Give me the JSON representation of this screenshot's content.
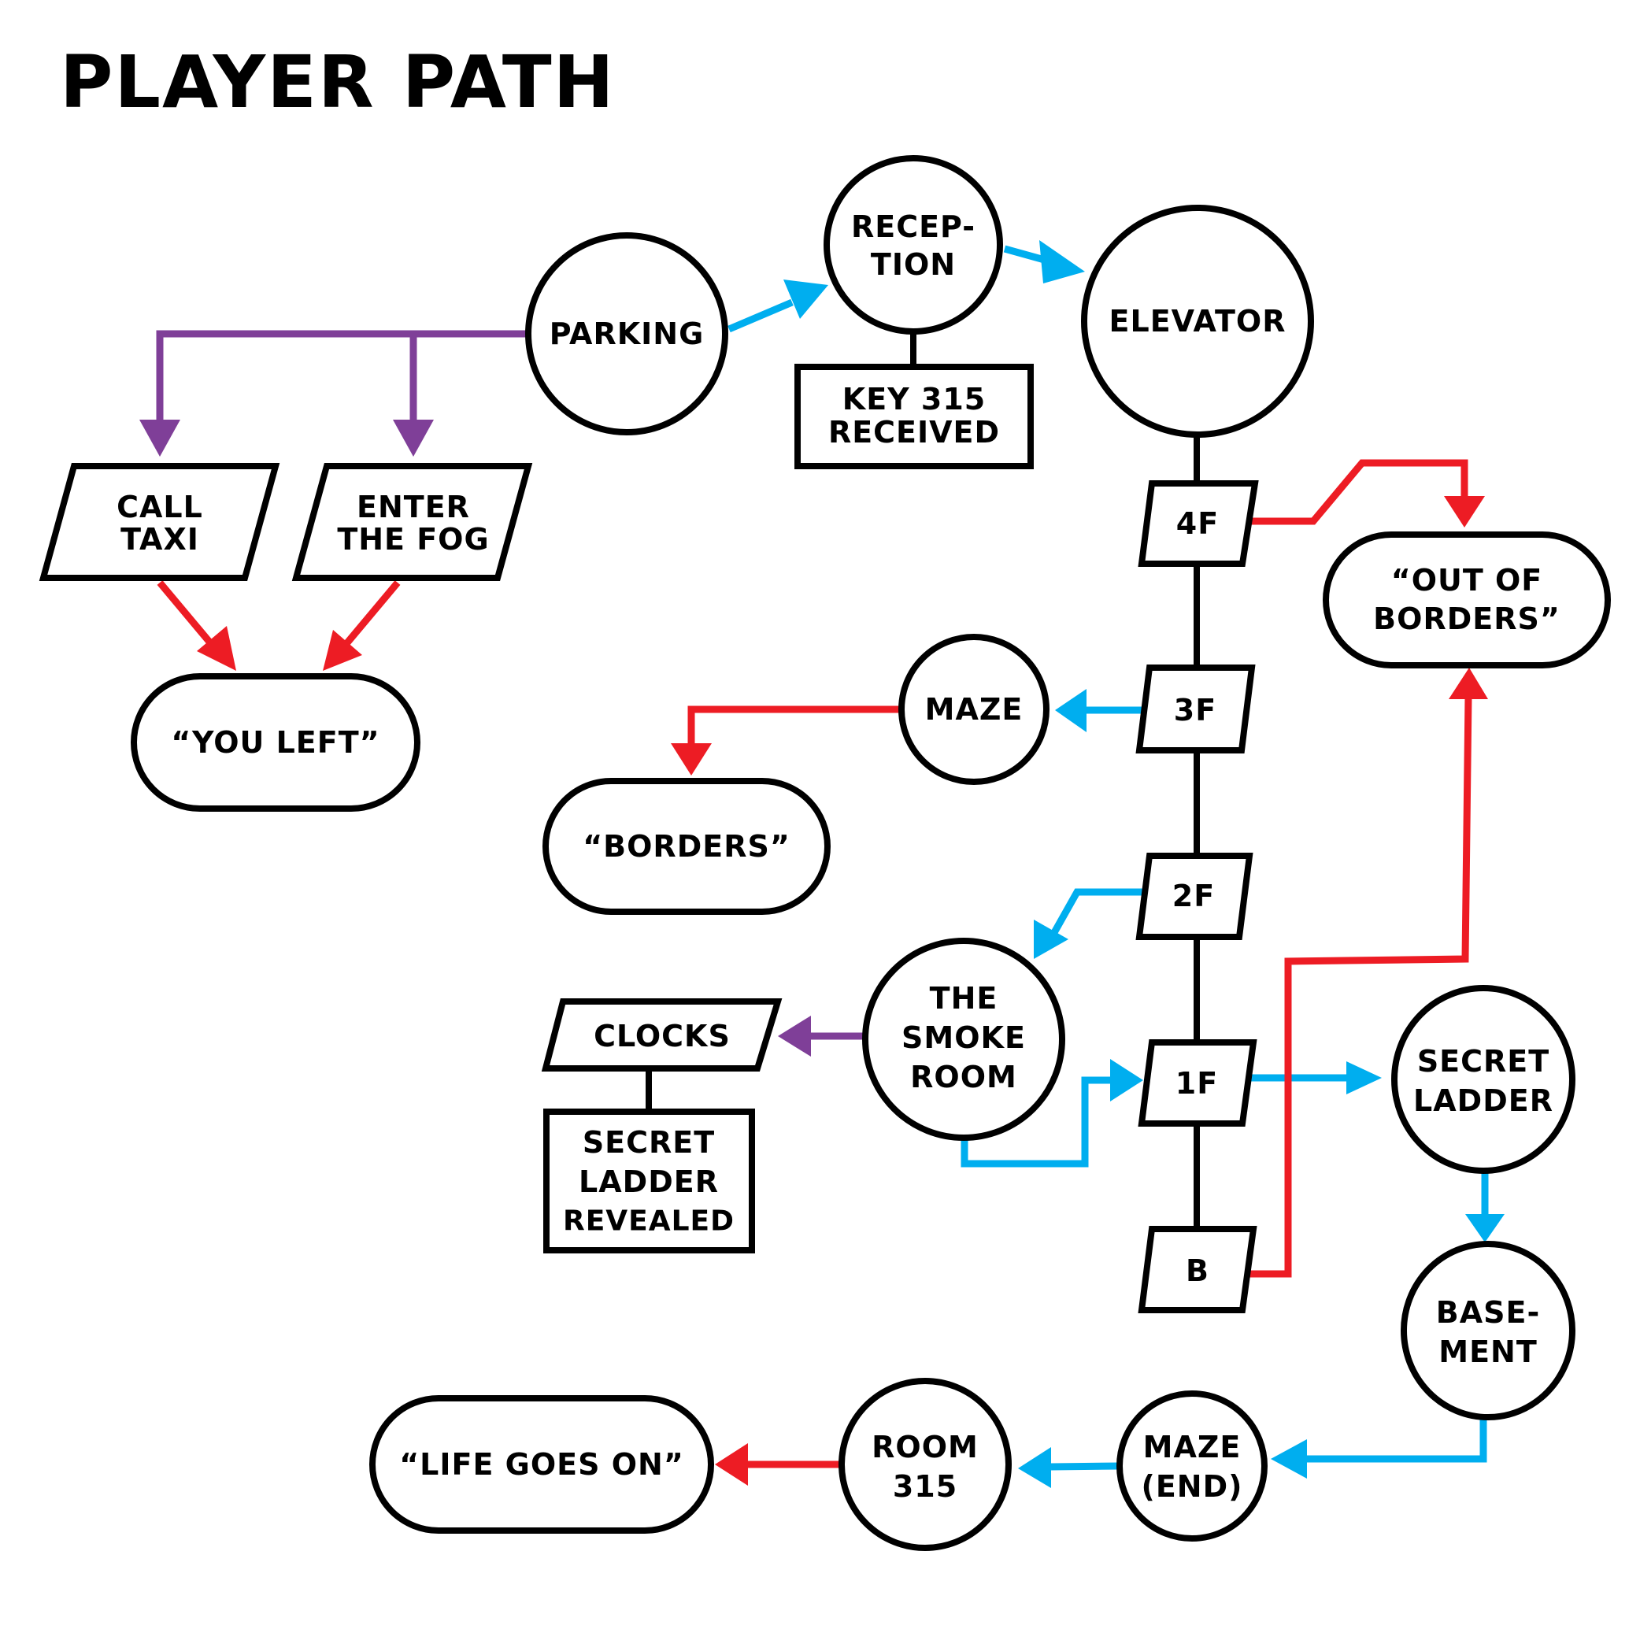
{
  "title": "PLAYER PATH",
  "colors": {
    "main_path": "#00AEEF",
    "ending_path": "#ED1C24",
    "optional_path": "#7F3F98",
    "outline": "#000000"
  },
  "nodes": {
    "parking": {
      "type": "location",
      "lines": [
        "PARKING"
      ]
    },
    "reception": {
      "type": "location",
      "lines": [
        "RECEP-",
        "TION"
      ]
    },
    "key_315": {
      "type": "item",
      "lines": [
        "KEY 315",
        "RECEIVED"
      ]
    },
    "elevator": {
      "type": "location",
      "lines": [
        "ELEVATOR"
      ]
    },
    "floor_4f": {
      "type": "floor",
      "lines": [
        "4F"
      ]
    },
    "floor_3f": {
      "type": "floor",
      "lines": [
        "3F"
      ]
    },
    "floor_2f": {
      "type": "floor",
      "lines": [
        "2F"
      ]
    },
    "floor_1f": {
      "type": "floor",
      "lines": [
        "1F"
      ]
    },
    "floor_b": {
      "type": "floor",
      "lines": [
        "B"
      ]
    },
    "call_taxi": {
      "type": "action",
      "lines": [
        "CALL",
        "TAXI"
      ]
    },
    "enter_fog": {
      "type": "action",
      "lines": [
        "ENTER",
        "THE FOG"
      ]
    },
    "you_left": {
      "type": "ending",
      "lines": [
        "“YOU LEFT”"
      ]
    },
    "maze": {
      "type": "location",
      "lines": [
        "MAZE"
      ]
    },
    "borders": {
      "type": "ending",
      "lines": [
        "“BORDERS”"
      ]
    },
    "out_of_borders": {
      "type": "ending",
      "lines": [
        "“OUT OF",
        "BORDERS”"
      ]
    },
    "smoke_room": {
      "type": "location",
      "lines": [
        "THE",
        "SMOKE",
        "ROOM"
      ]
    },
    "clocks": {
      "type": "action",
      "lines": [
        "CLOCKS"
      ]
    },
    "secret_ladder_revealed": {
      "type": "item",
      "lines": [
        "SECRET",
        "LADDER",
        "REVEALED"
      ]
    },
    "secret_ladder": {
      "type": "location",
      "lines": [
        "SECRET",
        "LADDER"
      ]
    },
    "basement": {
      "type": "location",
      "lines": [
        "BASE-",
        "MENT"
      ]
    },
    "maze_end": {
      "type": "location",
      "lines": [
        "MAZE",
        "(END)"
      ]
    },
    "room_315": {
      "type": "location",
      "lines": [
        "ROOM",
        "315"
      ]
    },
    "life_goes_on": {
      "type": "ending",
      "lines": [
        "“LIFE GOES ON”"
      ]
    }
  },
  "edges": [
    {
      "from": "parking",
      "to": "reception",
      "color": "blue"
    },
    {
      "from": "reception",
      "to": "elevator",
      "color": "blue"
    },
    {
      "from": "reception",
      "to": "key_315",
      "color": "black"
    },
    {
      "from": "parking",
      "to": "call_taxi",
      "color": "purple"
    },
    {
      "from": "parking",
      "to": "enter_fog",
      "color": "purple"
    },
    {
      "from": "call_taxi",
      "to": "you_left",
      "color": "red"
    },
    {
      "from": "enter_fog",
      "to": "you_left",
      "color": "red"
    },
    {
      "from": "floor_4f",
      "to": "out_of_borders",
      "color": "red"
    },
    {
      "from": "floor_3f",
      "to": "maze",
      "color": "blue"
    },
    {
      "from": "maze",
      "to": "borders",
      "color": "red"
    },
    {
      "from": "floor_2f",
      "to": "smoke_room",
      "color": "blue"
    },
    {
      "from": "smoke_room",
      "to": "clocks",
      "color": "purple"
    },
    {
      "from": "clocks",
      "to": "secret_ladder_revealed",
      "color": "black"
    },
    {
      "from": "smoke_room",
      "to": "floor_1f",
      "color": "blue"
    },
    {
      "from": "floor_1f",
      "to": "secret_ladder",
      "color": "blue"
    },
    {
      "from": "floor_b",
      "to": "out_of_borders",
      "color": "red"
    },
    {
      "from": "secret_ladder",
      "to": "basement",
      "color": "blue"
    },
    {
      "from": "basement",
      "to": "maze_end",
      "color": "blue"
    },
    {
      "from": "maze_end",
      "to": "room_315",
      "color": "blue"
    },
    {
      "from": "room_315",
      "to": "life_goes_on",
      "color": "red"
    }
  ]
}
